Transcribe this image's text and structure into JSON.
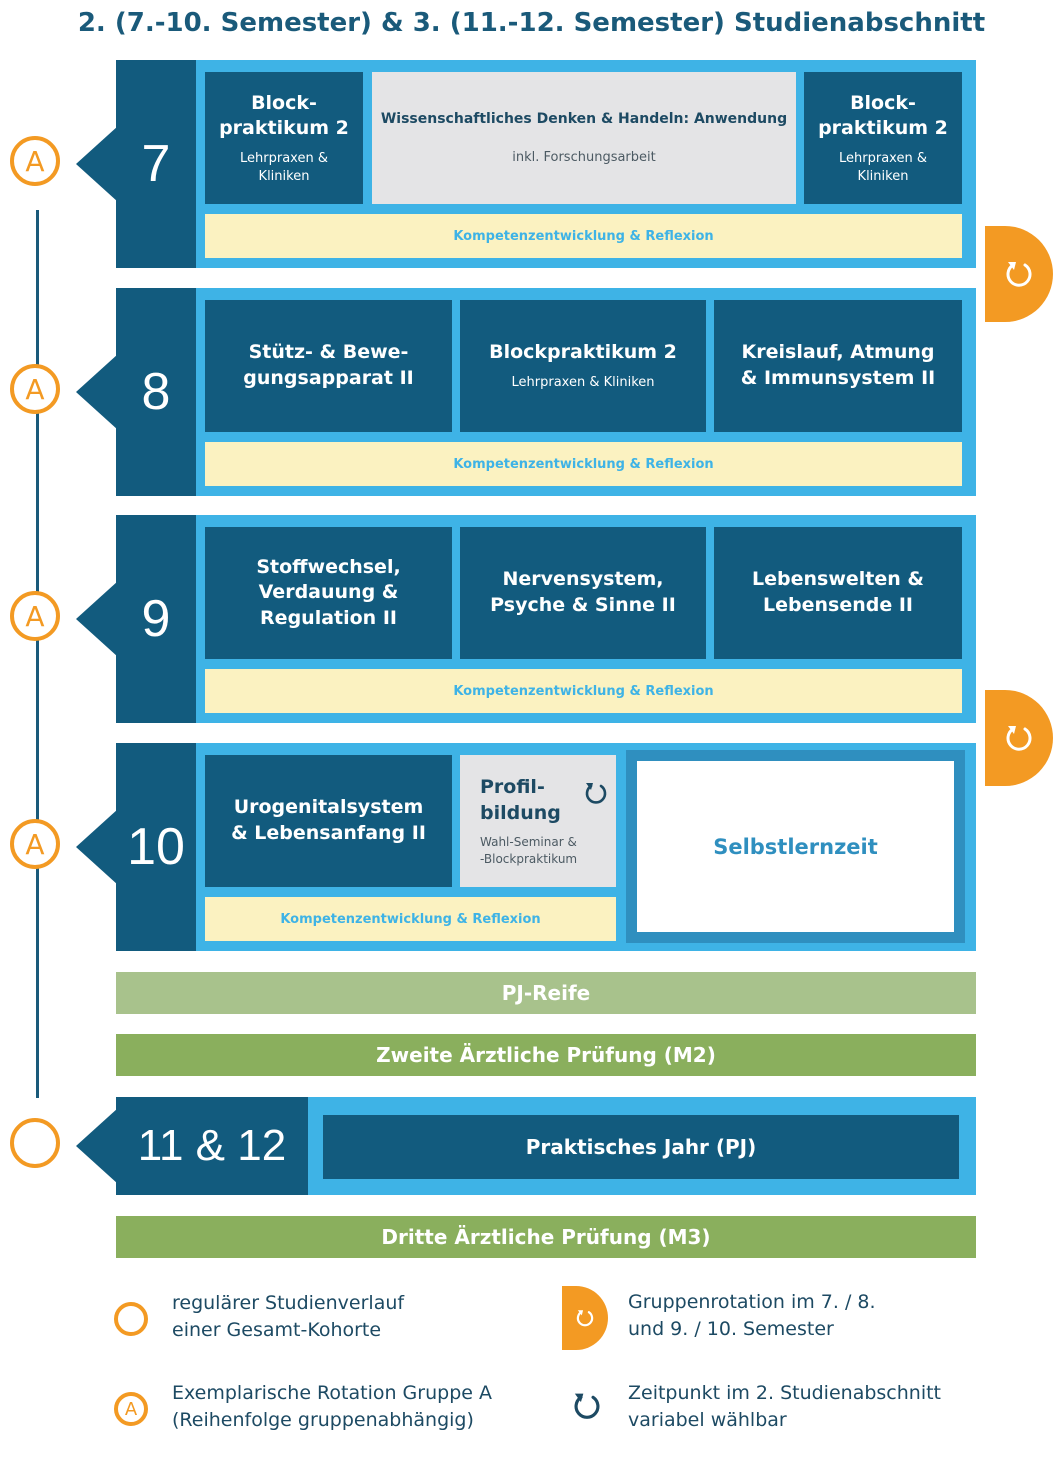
{
  "title": "2. (7.-10. Semester) & 3. (11.-12. Semester) Studienabschnitt",
  "semesters": [
    {
      "number": "7",
      "marker": "A",
      "modules": [
        {
          "title": "Block-\npraktikum 2",
          "sub": "Lehrpraxen &\nKliniken"
        },
        {
          "title": "Wissenschaftliches Denken & Handeln: Anwendung",
          "sub": "inkl. Forschungsarbeit"
        },
        {
          "title": "Block-\npraktikum 2",
          "sub": "Lehrpraxen &\nKliniken"
        }
      ],
      "komp": "Kompetenzentwicklung & Reflexion"
    },
    {
      "number": "8",
      "marker": "A",
      "modules": [
        {
          "title": "Stütz- & Bewe-\ngungsapparat  II"
        },
        {
          "title": "Blockpraktikum 2",
          "sub": "Lehrpraxen & Kliniken"
        },
        {
          "title": "Kreislauf, Atmung\n& Immunsystem II"
        }
      ],
      "komp": "Kompetenzentwicklung & Reflexion"
    },
    {
      "number": "9",
      "marker": "A",
      "modules": [
        {
          "title": "Stoffwechsel,\nVerdauung &\nRegulation II"
        },
        {
          "title": "Nervensystem,\nPsyche & Sinne II"
        },
        {
          "title": "Lebenswelten &\nLebensende II"
        }
      ],
      "komp": "Kompetenzentwicklung & Reflexion"
    },
    {
      "number": "10",
      "marker": "A",
      "modules": [
        {
          "title": "Urogenitalsystem\n& Lebensanfang II"
        },
        {
          "title": "Profil-\nbildung",
          "sub": "Wahl-Seminar &\n-Blockpraktikum"
        }
      ],
      "komp": "Kompetenzentwicklung & Reflexion",
      "selbst": "Selbstlernzeit"
    }
  ],
  "pj_reife": "PJ-Reife",
  "m2": "Zweite Ärztliche Prüfung (M2)",
  "pj": {
    "number": "11 & 12",
    "label": "Praktisches Jahr (PJ)"
  },
  "m3": "Dritte Ärztliche Prüfung (M3)",
  "legend": {
    "regular": "regulärer Studienverlauf\neiner Gesamt-Kohorte",
    "rotation": "Gruppenrotation im 7. / 8.\nund 9. / 10. Semester",
    "group_a_marker": "A",
    "group_a": "Exemplarische Rotation Gruppe A\n(Reihenfolge gruppenabhängig)",
    "variable": "Zeitpunkt im 2. Studienabschnitt\nvariabel wählbar"
  },
  "colors": {
    "dark_blue": "#125b7e",
    "light_blue": "#3eb3e6",
    "orange": "#f39a23",
    "yellow": "#fbf2c1",
    "green_light": "#a8c28c",
    "green": "#8aaf5d"
  },
  "icons": {
    "rotation": "rotate-arrow-icon",
    "circle": "circle-marker-icon"
  }
}
